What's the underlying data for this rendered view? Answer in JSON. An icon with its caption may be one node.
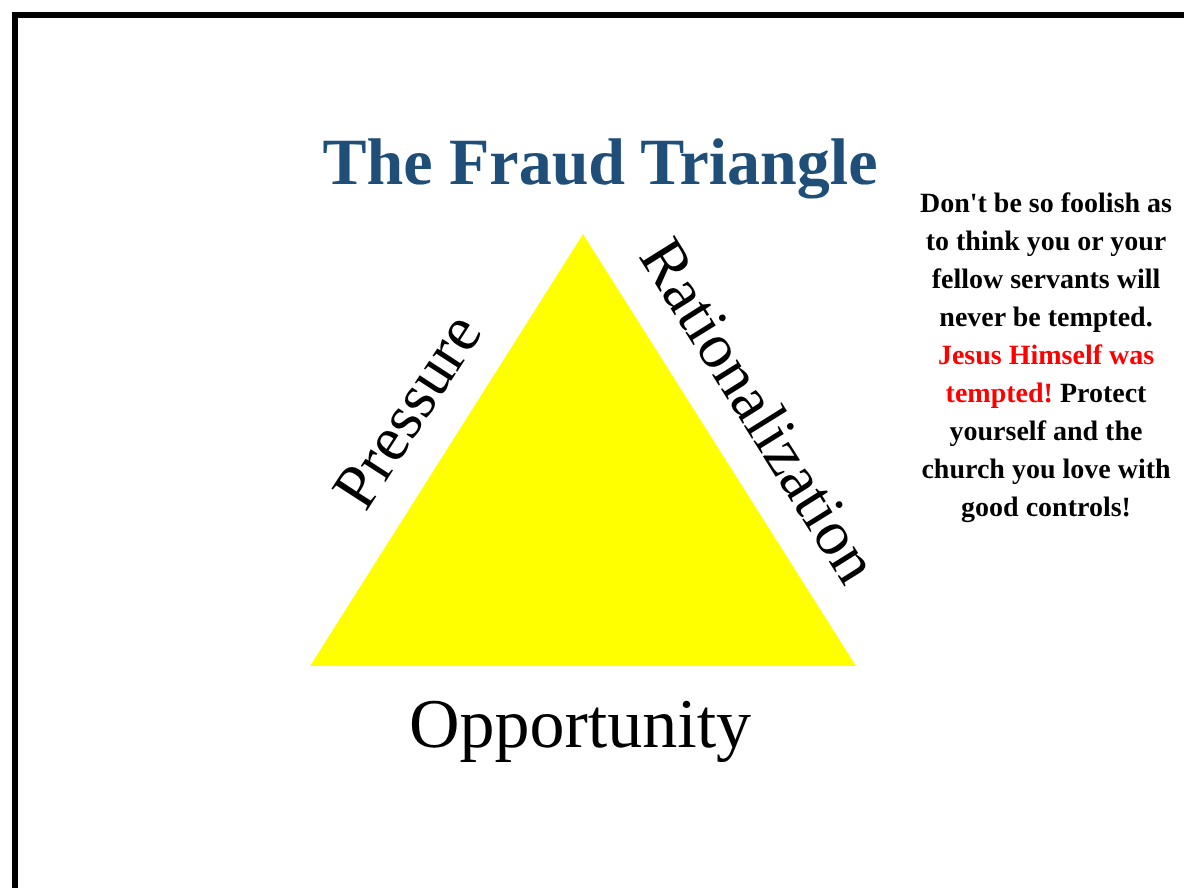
{
  "diagram": {
    "title": "The Fraud Triangle",
    "nodes": [
      {
        "text": [],
        "shape": "triangle",
        "beside": [
          "Pressure",
          "Rationalization",
          "Opportunity"
        ]
      }
    ],
    "labels": [
      "Don't be so foolish as to think you or your fellow servants will never be tempted.  **Jesus Himself was tempted!** Protect yourself and the church you love with good controls!"
    ]
  }
}
